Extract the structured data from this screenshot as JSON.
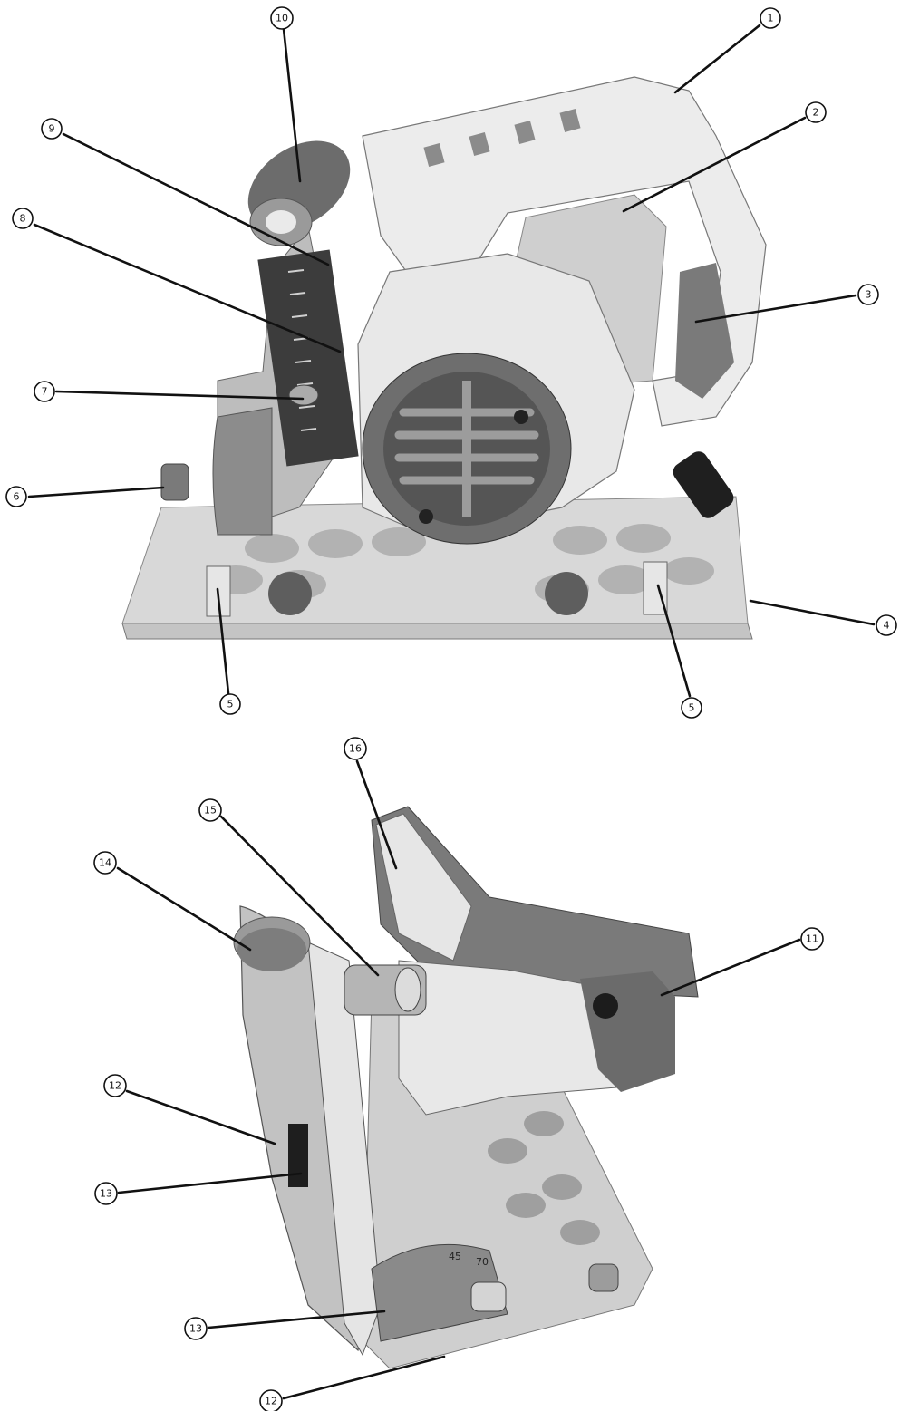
{
  "figure": {
    "callouts_top": [
      {
        "id": "c1",
        "label": "1"
      },
      {
        "id": "c2",
        "label": "2"
      },
      {
        "id": "c3",
        "label": "3"
      },
      {
        "id": "c4",
        "label": "4"
      },
      {
        "id": "c5a",
        "label": "5"
      },
      {
        "id": "c5b",
        "label": "5"
      },
      {
        "id": "c6",
        "label": "6"
      },
      {
        "id": "c7",
        "label": "7"
      },
      {
        "id": "c8",
        "label": "8"
      },
      {
        "id": "c9",
        "label": "9"
      },
      {
        "id": "c10",
        "label": "10"
      }
    ],
    "callouts_bottom": [
      {
        "id": "c11",
        "label": "11"
      },
      {
        "id": "c12a",
        "label": "12"
      },
      {
        "id": "c12b",
        "label": "12"
      },
      {
        "id": "c13a",
        "label": "13"
      },
      {
        "id": "c13b",
        "label": "13"
      },
      {
        "id": "c14",
        "label": "14"
      },
      {
        "id": "c15",
        "label": "15"
      },
      {
        "id": "c16",
        "label": "16"
      }
    ],
    "bevel_scale_marks": [
      "45",
      "70"
    ],
    "colors": {
      "dark_gray": "#6f6f6f",
      "mid_gray": "#9a9a9a",
      "light_gray": "#d6d6d6",
      "white_body": "#eeeeee",
      "black": "#1a1a1a"
    }
  }
}
